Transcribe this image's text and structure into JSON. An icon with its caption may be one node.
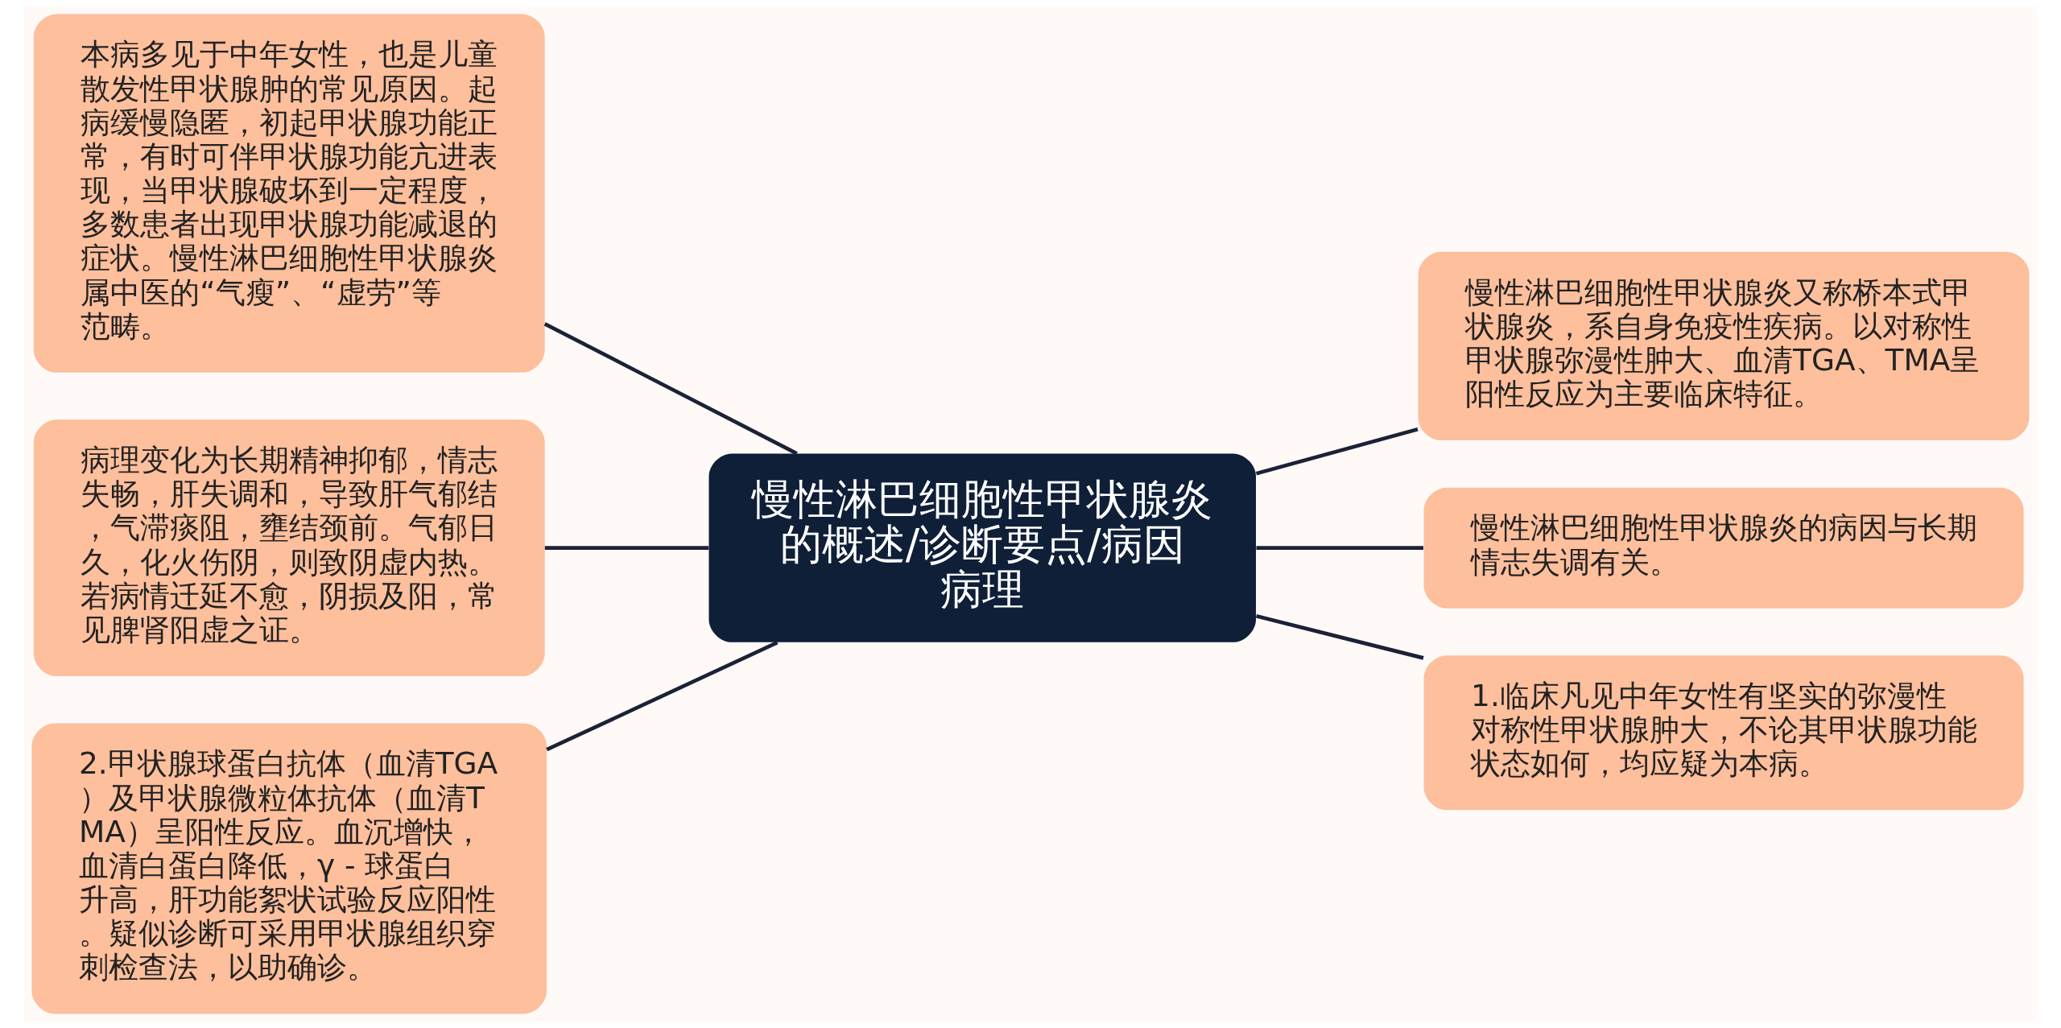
{
  "diagram": {
    "nodes": [
      {
        "text": [
          "慢性淋巴细胞性甲状腺炎的概述/诊断要点/病因病理"
        ]
      },
      {
        "text": [
          "本病多见于中年女性，也是儿童散发性甲状腺肿的常见原因。起病缓慢隐匿，初起甲状腺功能正常，有时可伴甲状腺功能亢进表现，当甲状腺破坏到一定程度，多数患者出现甲状腺功能减退的症状。慢性淋巴细胞性甲状腺炎属中医的“气瘦”、“虚劳”等范畴。"
        ]
      },
      {
        "text": [
          "病理变化为长期精神抑郁，情志失畅，肝失调和，导致肝气郁结，气滞痰阻，壅结颈前。气郁日久，化火伤阴，则致阴虚内热。若病情迁延不愈，阴损及阳，常见脾肾阳虚之证。"
        ]
      },
      {
        "text": [
          "2.甲状腺球蛋白抗体（血清TGA）及甲状腺微粒体抗体（血清TMA）呈阳性反应。血沉增快，血清白蛋白降低，γ - 球蛋白升高，肝功能絮状试验反应阳性。疑似诊断可采用甲状腺组织穿刺检查法，以助确诊。"
        ]
      },
      {
        "text": [
          "慢性淋巴细胞性甲状腺炎又称桥本式甲状腺炎，系自身免疫性疾病。以对称性甲状腺弥漫性肿大、血清TGA、TMA呈阳性反应为主要临床特征。"
        ]
      },
      {
        "text": [
          "慢性淋巴细胞性甲状腺炎的病因与长期情志失调有关。"
        ]
      },
      {
        "text": [
          "1.临床凡见中年女性有坚实的弥漫性对称性甲状腺肿大，不论其甲状腺功能状态如何，均应疑为本病。"
        ]
      }
    ],
    "edges": [
      {
        "from": 0,
        "to": 1,
        "arrow": "none"
      },
      {
        "from": 0,
        "to": 2,
        "arrow": "none"
      },
      {
        "from": 0,
        "to": 3,
        "arrow": "none"
      },
      {
        "from": 0,
        "to": 4,
        "arrow": "none"
      },
      {
        "from": 0,
        "to": 5,
        "arrow": "none"
      },
      {
        "from": 0,
        "to": 6,
        "arrow": "none"
      }
    ]
  }
}
